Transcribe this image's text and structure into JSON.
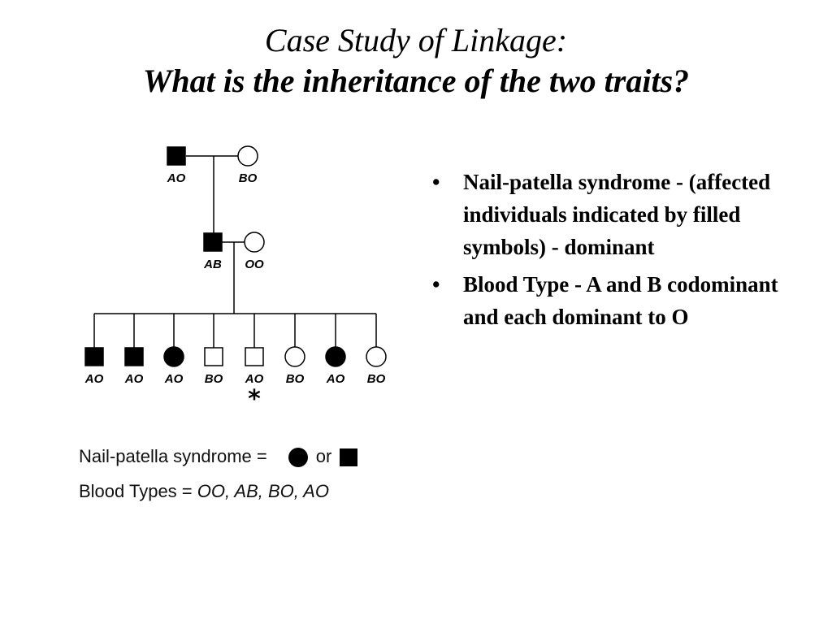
{
  "title": {
    "line1": "Case Study of Linkage:",
    "line2": "What is the inheritance of the two traits?"
  },
  "pedigree": {
    "generation1": [
      {
        "sex": "male",
        "affected": true,
        "label": "AO"
      },
      {
        "sex": "female",
        "affected": false,
        "label": "BO"
      }
    ],
    "generation2": [
      {
        "sex": "male",
        "affected": true,
        "label": "AB"
      },
      {
        "sex": "female",
        "affected": false,
        "label": "OO"
      }
    ],
    "generation3": [
      {
        "sex": "male",
        "affected": true,
        "label": "AO"
      },
      {
        "sex": "male",
        "affected": true,
        "label": "AO"
      },
      {
        "sex": "female",
        "affected": true,
        "label": "AO"
      },
      {
        "sex": "male",
        "affected": false,
        "label": "BO"
      },
      {
        "sex": "male",
        "affected": false,
        "label": "AO",
        "marker": "*"
      },
      {
        "sex": "female",
        "affected": false,
        "label": "BO"
      },
      {
        "sex": "female",
        "affected": true,
        "label": "AO"
      },
      {
        "sex": "female",
        "affected": false,
        "label": "BO"
      }
    ]
  },
  "legend": {
    "nail_patella_text": "Nail-patella syndrome =",
    "or_text": "or",
    "blood_types_text": "Blood Types =",
    "blood_types_values": "OO, AB, BO, AO"
  },
  "bullets": [
    {
      "symbol": "•",
      "text": "Nail-patella syndrome - (affected individuals indicated by filled symbols) - dominant"
    },
    {
      "symbol": "•",
      "text": "Blood Type - A and B codominant and each dominant to O"
    }
  ]
}
